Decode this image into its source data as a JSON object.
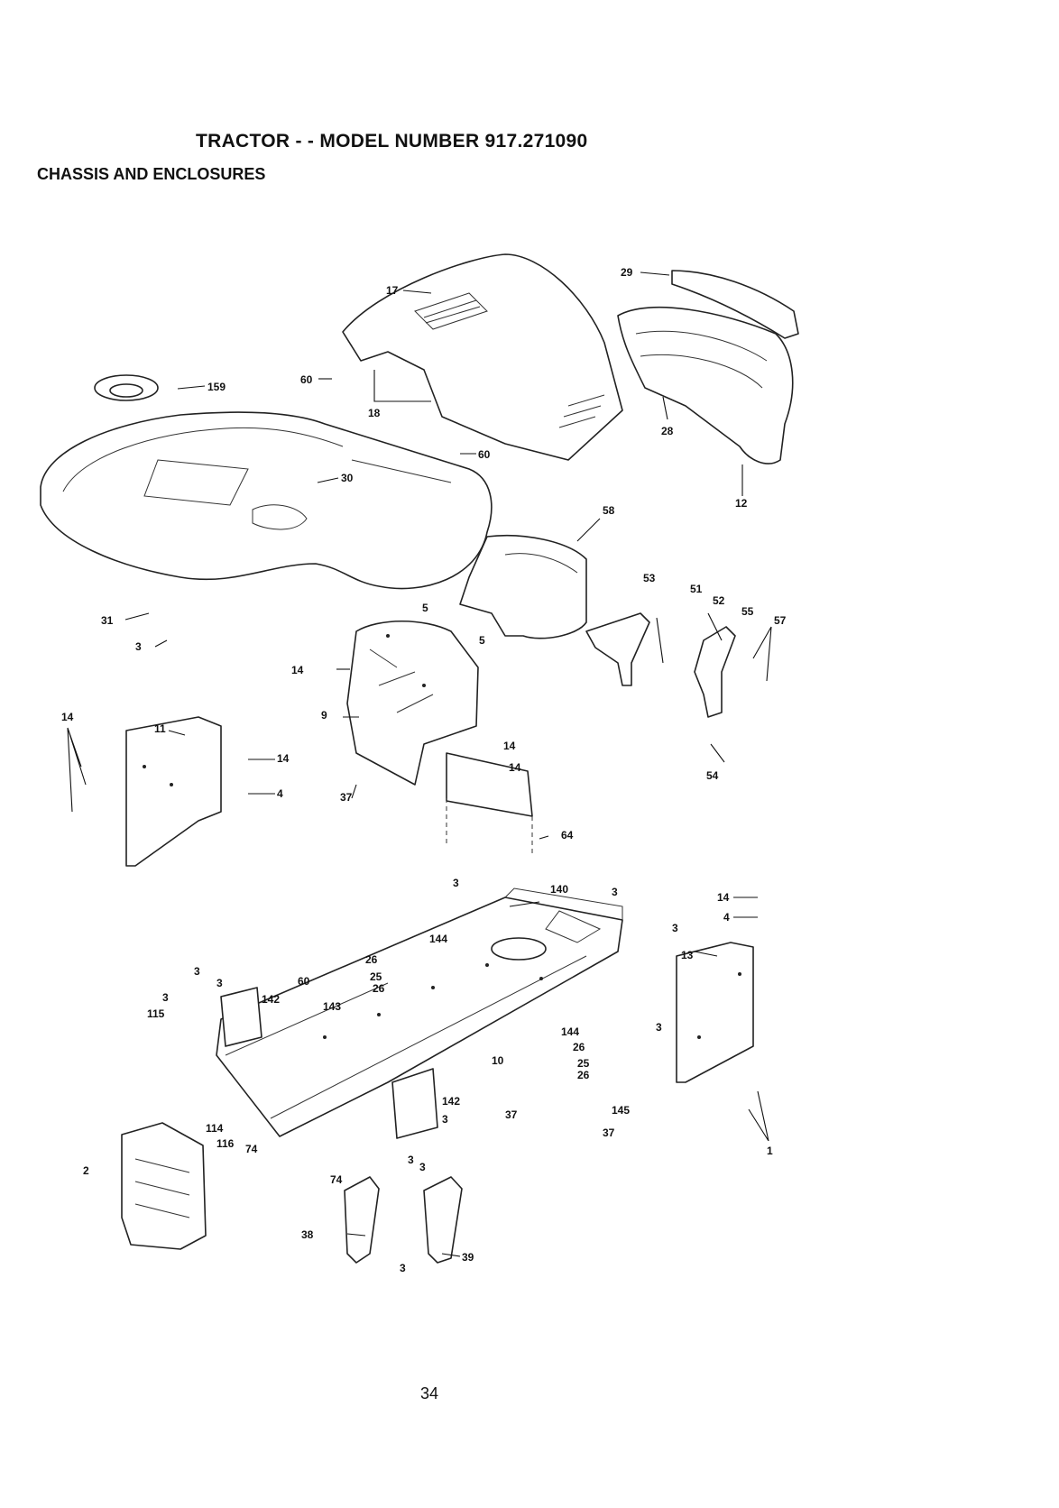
{
  "header": {
    "title": "TRACTOR - - MODEL NUMBER 917.271090",
    "subtitle": "CHASSIS AND ENCLOSURES"
  },
  "page_number": "34",
  "callouts": [
    "29",
    "17",
    "159",
    "60",
    "18",
    "30",
    "60",
    "28",
    "12",
    "58",
    "31",
    "3",
    "5",
    "5",
    "53",
    "51",
    "52",
    "55",
    "57",
    "14",
    "9",
    "54",
    "14",
    "11",
    "14",
    "4",
    "14",
    "37",
    "14",
    "64",
    "3",
    "140",
    "3",
    "3",
    "14",
    "4",
    "144",
    "26",
    "25",
    "26",
    "13",
    "3",
    "3",
    "3",
    "60",
    "115",
    "142",
    "143",
    "144",
    "26",
    "10",
    "25",
    "26",
    "3",
    "114",
    "142",
    "3",
    "37",
    "145",
    "37",
    "116",
    "74",
    "2",
    "3",
    "3",
    "74",
    "38",
    "3",
    "39",
    "1"
  ]
}
